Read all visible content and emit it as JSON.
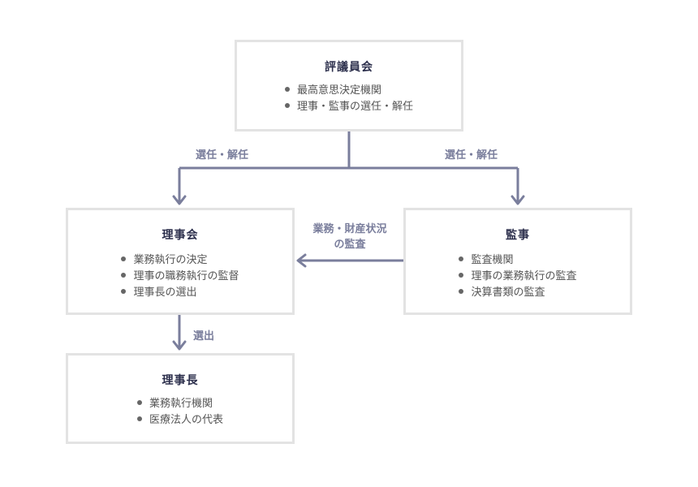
{
  "council": {
    "title": "評議員会",
    "items": [
      "最高意思決定機関",
      "理事・監事の選任・解任"
    ]
  },
  "board": {
    "title": "理事会",
    "items": [
      "業務執行の決定",
      "理事の職務執行の監督",
      "理事長の選出"
    ]
  },
  "auditor": {
    "title": "監事",
    "items": [
      "監査機関",
      "理事の業務執行の監査",
      "決算書類の監査"
    ]
  },
  "chair": {
    "title": "理事長",
    "items": [
      "業務執行機関",
      "医療法人の代表"
    ]
  },
  "edges": {
    "council_to_board": "選任・解任",
    "council_to_auditor": "選任・解任",
    "auditor_to_board_line1": "業務・財産状況",
    "auditor_to_board_line2": "の監査",
    "board_to_chair": "選出"
  },
  "colors": {
    "connector": "#7a7e9c",
    "box_border": "#e3e3e3",
    "title": "#2c2f4c"
  }
}
